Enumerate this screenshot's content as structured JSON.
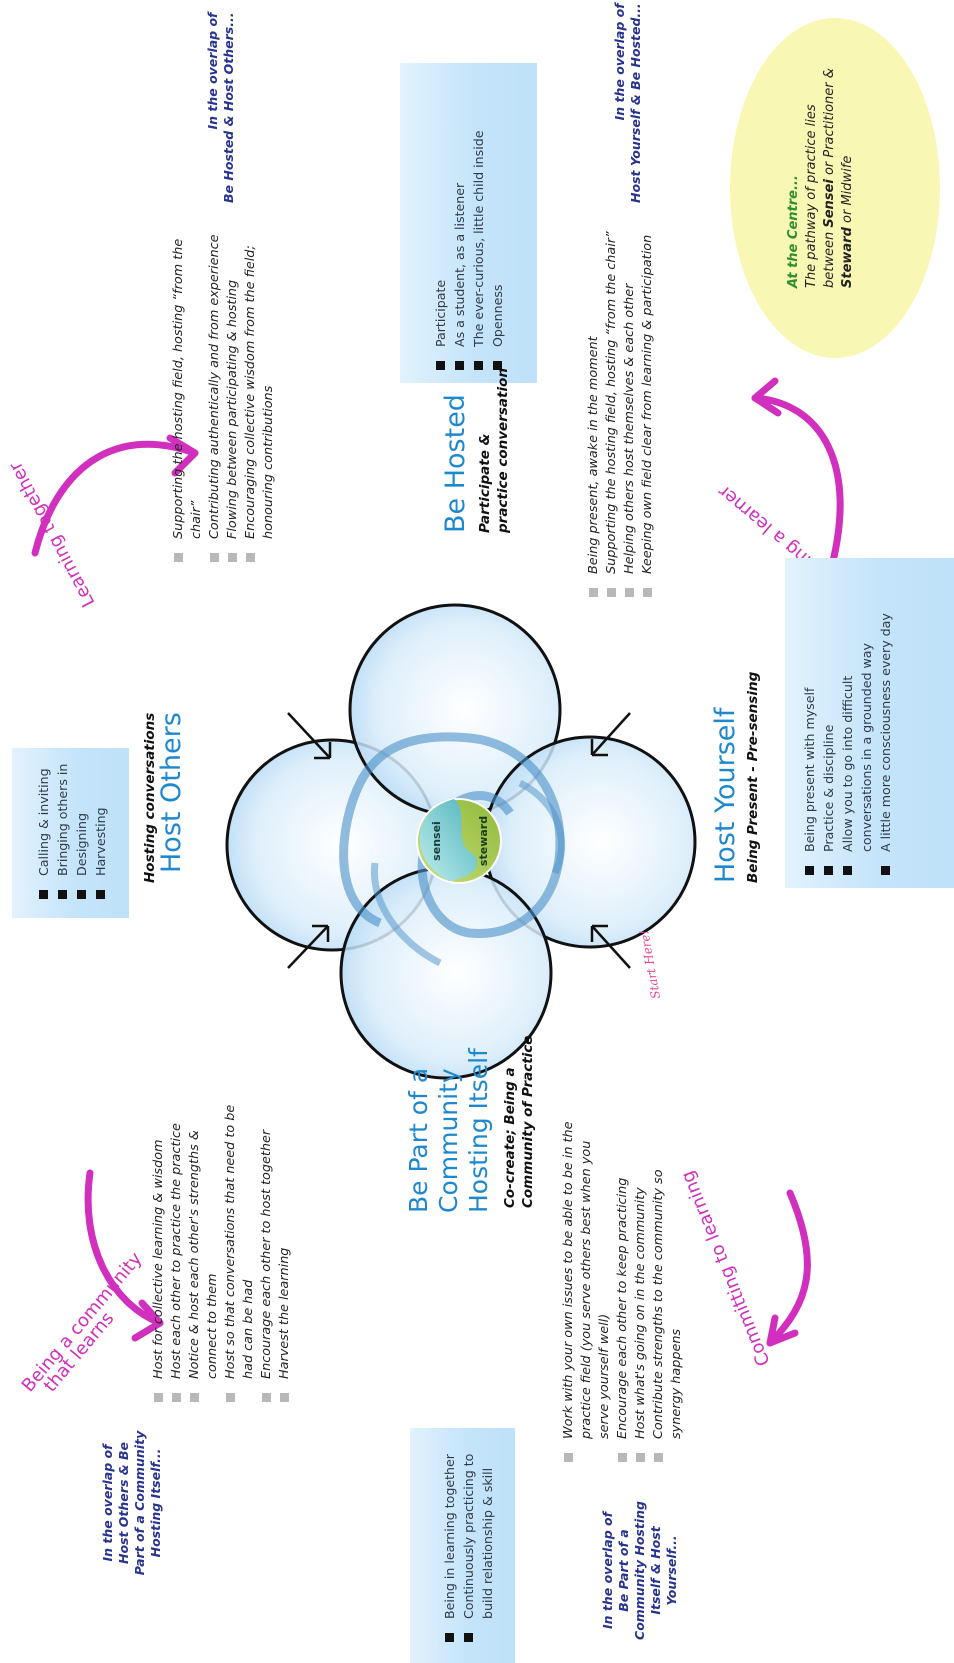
{
  "host_others": {
    "subtitle": "Hosting conversations",
    "title": "Host Others",
    "items": [
      "Calling & inviting",
      "Bringing others in",
      "Designing",
      "Harvesting"
    ]
  },
  "be_hosted": {
    "title": "Be Hosted",
    "subtitle_line1": "Participate &",
    "subtitle_line2": "practice conversation",
    "items": [
      "Participate",
      "As a student, as a listener",
      "The ever-curious, little child inside",
      "Openness"
    ]
  },
  "community": {
    "title_line1": "Be Part of  a",
    "title_line2": "Community",
    "title_line3": "Hosting Itself",
    "subtitle_line1": "Co-create; Being a",
    "subtitle_line2": "Community of Practice",
    "items": [
      "Being in learning together",
      "Continuously practicing to build relationship & skill"
    ]
  },
  "host_yourself": {
    "title": "Host Yourself",
    "subtitle": "Being Present - Pre-sensing",
    "items": [
      "Being present with myself",
      "Practice & discipline",
      "Allow you to go into difficult conversations in a grounded way",
      "A little more consciousness every day"
    ]
  },
  "overlaps": {
    "ho_bh": {
      "label_line1": "In the overlap of",
      "label_line2": "Be Hosted & Host Others...",
      "items": [
        "Supporting the hosting field, hosting “from the chair”",
        "Contributing authentically and from experience",
        "Flowing between participating & hosting",
        "Encouraging collective wisdom from the field; honouring contributions"
      ]
    },
    "hy_bh": {
      "label_line1": "In the overlap of",
      "label_line2": "Host Yourself & Be Hosted...",
      "items": [
        "Being present, awake in the moment",
        "Supporting the hosting field, hosting “from the chair”",
        "Helping others host themselves & each other",
        "Keeping own field clear from learning & participation"
      ]
    },
    "ho_c": {
      "label_lines": [
        "In the overlap of",
        "Host Others & Be",
        "Part of a Community",
        "Hosting Itself..."
      ],
      "items": [
        "Host for collective learning & wisdom",
        "Host each other to practice the practice",
        "Notice & host each other's strengths & connect to them",
        "Host so that conversations that need to be had can be had",
        "Encourage each other to host together",
        "Harvest the learning"
      ]
    },
    "c_hy": {
      "label_lines": [
        "In the overlap of",
        "Be Part of a",
        "Community Hosting",
        "Itself & Host Yourself..."
      ],
      "items": [
        "Work with your own issues to be able to be in the practice field (you serve others best when you serve yourself well)",
        "Encourage each other to keep practicing",
        "Host what's going on in the community",
        "Contribute strengths to the community so synergy happens"
      ]
    }
  },
  "centre": {
    "label": "At the Centre...",
    "text_pre": "The pathway of practice lies between ",
    "sensei": "Sensei",
    "text_mid": " or Practitioner & ",
    "steward": "Steward",
    "text_post": " or Midwife"
  },
  "ball": {
    "top": "sensei",
    "bottom": "steward"
  },
  "start_here": "Start Here!",
  "arrows": {
    "learning_together": "Learning together",
    "community_learns_1": "Being a community",
    "community_learns_2": "that learns",
    "committing": "Committing to learning",
    "being_learner": "Being a learner"
  },
  "colors": {
    "title_blue": "#1e88cf",
    "magenta": "#d12fbd",
    "overlap_navy": "#27338f",
    "centre_green": "#2f8f2f",
    "ellipse_yellow": "#f9f7b4"
  }
}
